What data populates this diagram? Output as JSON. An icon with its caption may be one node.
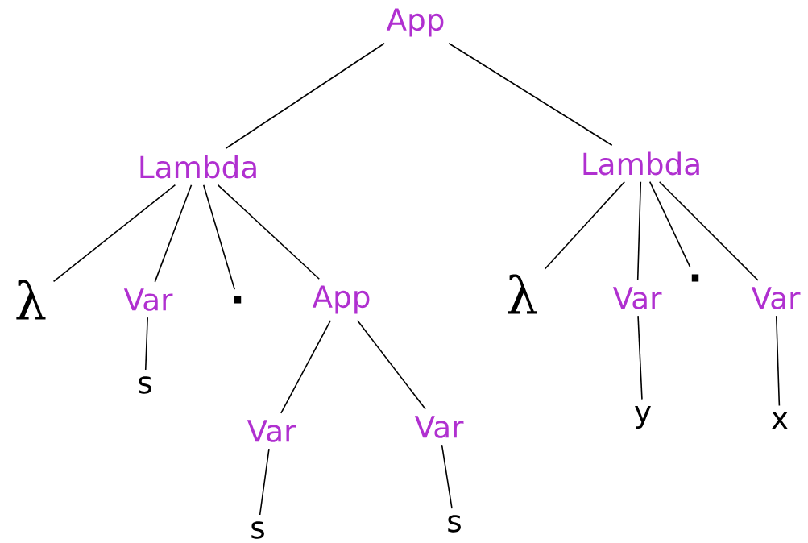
{
  "diagram": {
    "nodes": [
      {
        "text": [
          "App"
        ]
      },
      {
        "text": [
          "Lambda"
        ]
      },
      {
        "text": [
          "Lambda"
        ]
      },
      {
        "text": [
          "λ"
        ]
      },
      {
        "text": [
          "Var"
        ]
      },
      {
        "text": [
          "."
        ]
      },
      {
        "text": [
          "App"
        ]
      },
      {
        "text": [
          "λ"
        ]
      },
      {
        "text": [
          "Var"
        ]
      },
      {
        "text": [
          "."
        ]
      },
      {
        "text": [
          "Var"
        ]
      },
      {
        "text": [
          "s"
        ]
      },
      {
        "text": [
          "Var"
        ]
      },
      {
        "text": [
          "Var"
        ]
      },
      {
        "text": [
          "y"
        ]
      },
      {
        "text": [
          "x"
        ]
      },
      {
        "text": [
          "s"
        ]
      },
      {
        "text": [
          "s"
        ]
      }
    ],
    "edges": [
      {
        "from": 0,
        "to": 1,
        "arrow": "none"
      },
      {
        "from": 0,
        "to": 2,
        "arrow": "none"
      },
      {
        "from": 1,
        "to": 3,
        "arrow": "none"
      },
      {
        "from": 1,
        "to": 4,
        "arrow": "none"
      },
      {
        "from": 1,
        "to": 5,
        "arrow": "none"
      },
      {
        "from": 1,
        "to": 6,
        "arrow": "none"
      },
      {
        "from": 4,
        "to": 11,
        "arrow": "none"
      },
      {
        "from": 6,
        "to": 12,
        "arrow": "none"
      },
      {
        "from": 6,
        "to": 13,
        "arrow": "none"
      },
      {
        "from": 12,
        "to": 16,
        "arrow": "none"
      },
      {
        "from": 13,
        "to": 17,
        "arrow": "none"
      },
      {
        "from": 2,
        "to": 7,
        "arrow": "none"
      },
      {
        "from": 2,
        "to": 8,
        "arrow": "none"
      },
      {
        "from": 2,
        "to": 9,
        "arrow": "none"
      },
      {
        "from": 2,
        "to": 10,
        "arrow": "none"
      },
      {
        "from": 8,
        "to": 14,
        "arrow": "none"
      },
      {
        "from": 10,
        "to": 15,
        "arrow": "none"
      }
    ]
  }
}
